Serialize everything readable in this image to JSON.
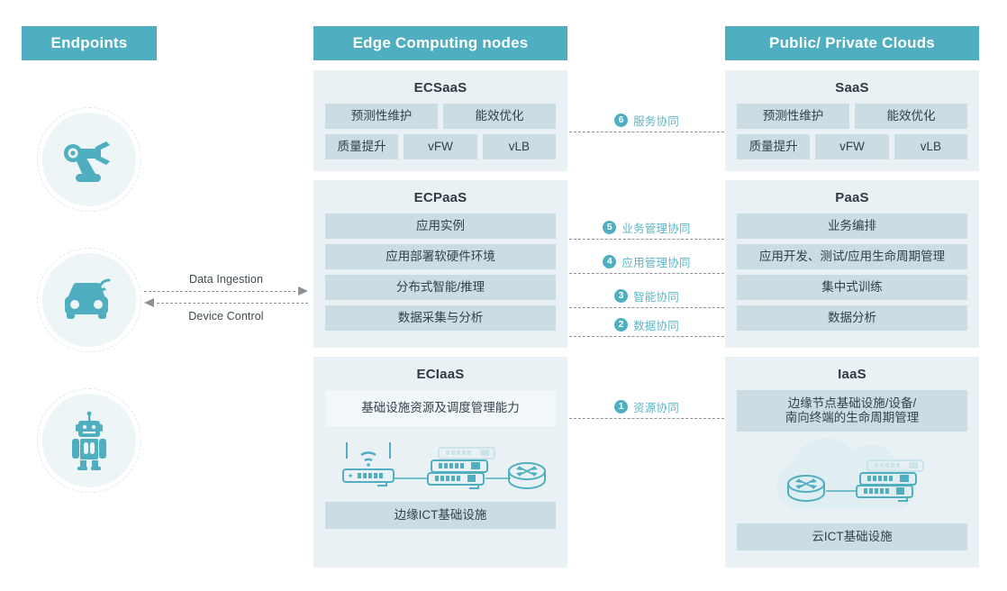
{
  "columns": {
    "endpoints": {
      "header": "Endpoints"
    },
    "edge": {
      "header": "Edge Computing nodes"
    },
    "cloud": {
      "header": "Public/ Private Clouds"
    }
  },
  "endpoints": {
    "items": [
      {
        "icon": "robot-arm-icon"
      },
      {
        "icon": "connected-car-icon"
      },
      {
        "icon": "robot-icon"
      }
    ]
  },
  "flows": [
    {
      "label": "Data Ingestion",
      "direction": "right"
    },
    {
      "label": "Device Control",
      "direction": "left"
    }
  ],
  "edge": {
    "saas": {
      "title": "ECSaaS",
      "rows": [
        [
          "预测性维护",
          "能效优化"
        ],
        [
          "质量提升",
          "vFW",
          "vLB"
        ]
      ]
    },
    "paas": {
      "title": "ECPaaS",
      "rows": [
        "应用实例",
        "应用部署软硬件环境",
        "分布式智能/推理",
        "数据采集与分析"
      ]
    },
    "iaas": {
      "title": "ECIaaS",
      "top_cell": "基础设施资源及调度管理能力",
      "bottom_cell": "边缘ICT基础设施",
      "graphic": "ap-switch-router-icon"
    }
  },
  "cloud": {
    "saas": {
      "title": "SaaS",
      "rows": [
        [
          "预测性维护",
          "能效优化"
        ],
        [
          "质量提升",
          "vFW",
          "vLB"
        ]
      ]
    },
    "paas": {
      "title": "PaaS",
      "rows": [
        "业务编排",
        "应用开发、测试/应用生命周期管理",
        "集中式训练",
        "数据分析"
      ]
    },
    "iaas": {
      "title": "IaaS",
      "top_cell_line1": "边缘节点基础设施/设备/",
      "top_cell_line2": "南向终端的生命周期管理",
      "bottom_cell": "云ICT基础设施",
      "graphic": "cloud-router-switch-icon"
    }
  },
  "connectors": [
    {
      "num": "6",
      "label": "服务协同"
    },
    {
      "num": "5",
      "label": "业务管理协同"
    },
    {
      "num": "4",
      "label": "应用管理协同"
    },
    {
      "num": "3",
      "label": "智能协同"
    },
    {
      "num": "2",
      "label": "数据协同"
    },
    {
      "num": "1",
      "label": "资源协同"
    }
  ],
  "colors": {
    "header_teal": "#4FAFC0",
    "panel_bg": "#EAF1F4",
    "cell_bg": "#CBDDE2",
    "cell_light": "#E4EFF3",
    "connector_text": "#5BB6C6",
    "arrow_gray": "#8A9296",
    "icon_teal": "#4FAFC0",
    "endpoint_circle": "#EDF5F6"
  }
}
